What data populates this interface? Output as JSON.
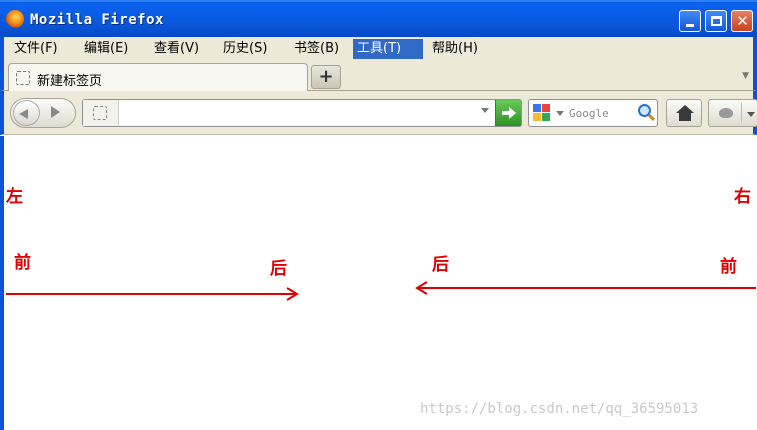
{
  "window": {
    "title": "Mozilla Firefox"
  },
  "menu": {
    "items": [
      {
        "label": "文件(F)"
      },
      {
        "label": "编辑(E)"
      },
      {
        "label": "查看(V)"
      },
      {
        "label": "历史(S)"
      },
      {
        "label": "书签(B)"
      },
      {
        "label": "工具(T)",
        "active": true
      },
      {
        "label": "帮助(H)"
      }
    ]
  },
  "tabs": {
    "items": [
      {
        "label": "新建标签页"
      }
    ],
    "new_tab_symbol": "+"
  },
  "navbar": {
    "url_value": "",
    "search_placeholder": "Google"
  },
  "content": {
    "left_label": "左",
    "right_label": "右",
    "left_front": "前",
    "left_back": "后",
    "right_back": "后",
    "right_front": "前",
    "arrow_color": "#e00000",
    "watermark": "https://blog.csdn.net/qq_36595013"
  },
  "colors": {
    "titlebar": "#0a58dc",
    "menu_active": "#3169c6",
    "chrome_bg": "#ece9d8"
  }
}
